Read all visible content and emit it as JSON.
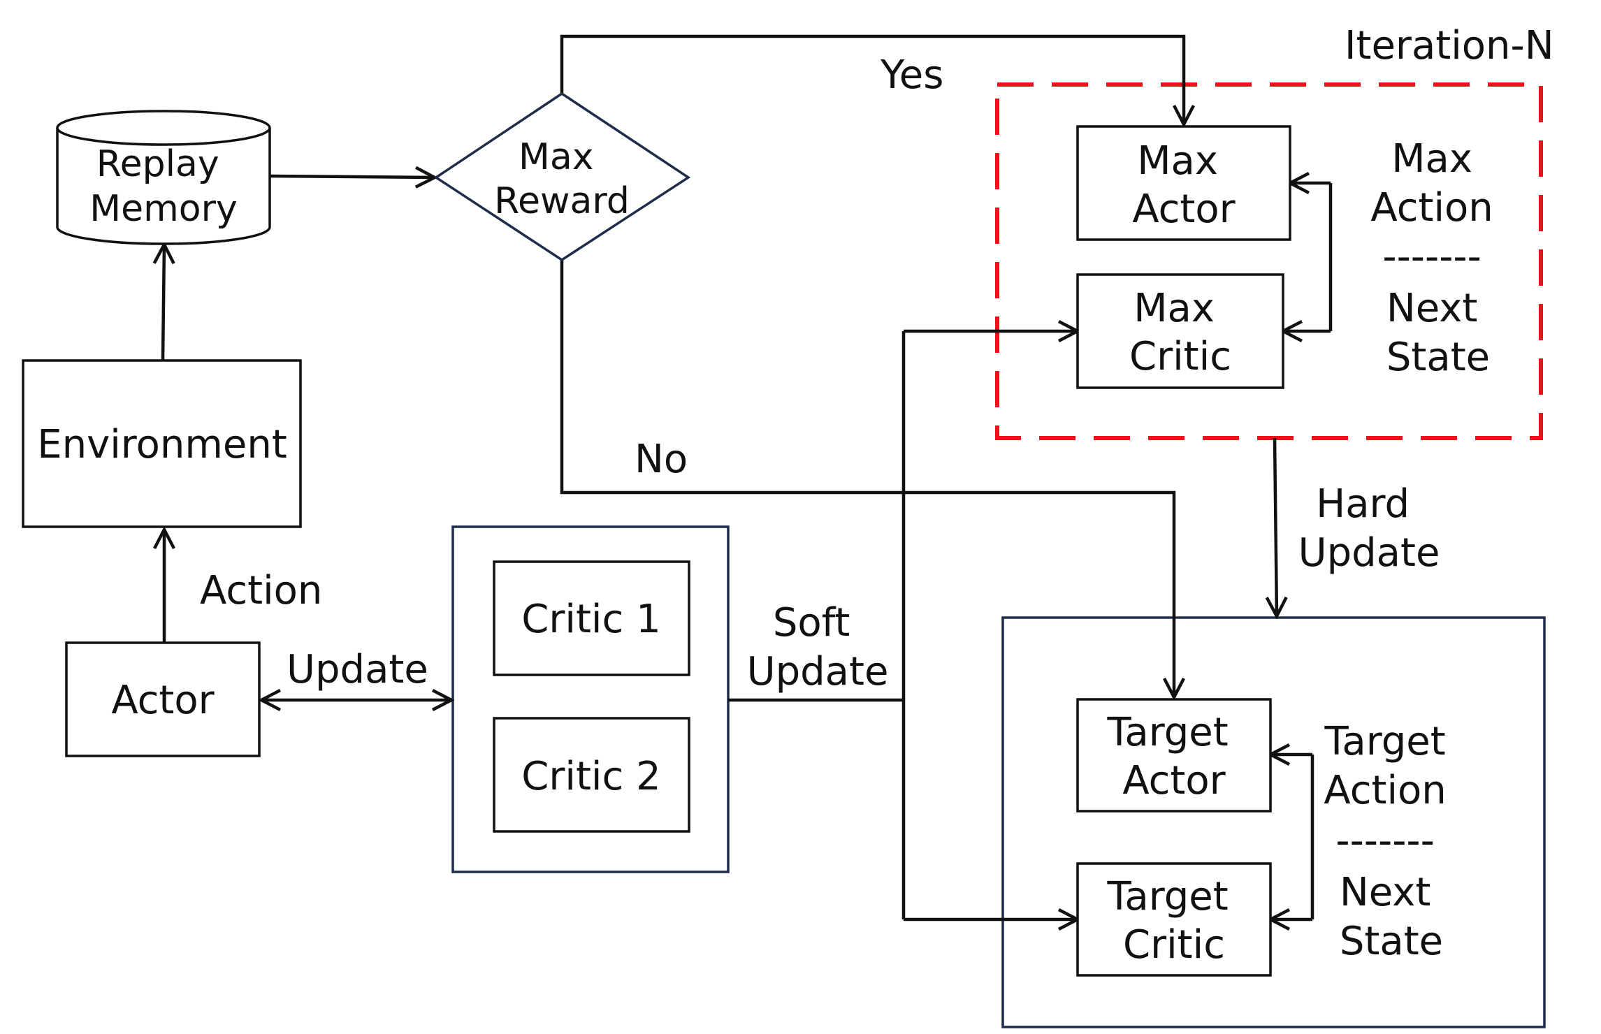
{
  "nodes": {
    "replay_memory": [
      "Replay",
      "Memory"
    ],
    "environment": [
      "Environment"
    ],
    "actor": [
      "Actor"
    ],
    "max_reward": [
      "Max",
      "Reward"
    ],
    "critic_1": [
      "Critic 1"
    ],
    "critic_2": [
      "Critic 2"
    ],
    "max_actor": [
      "Max",
      "Actor"
    ],
    "max_critic": [
      "Max",
      "Critic"
    ],
    "target_actor": [
      "Target",
      "Actor"
    ],
    "target_critic": [
      "Target",
      "Critic"
    ]
  },
  "labels": {
    "iteration": [
      "Iteration-N"
    ],
    "yes": [
      "Yes"
    ],
    "no": [
      "No"
    ],
    "action": [
      "Action"
    ],
    "update": [
      "Update"
    ],
    "soft_update": [
      "Soft",
      "Update"
    ],
    "hard_update": [
      "Hard",
      "Update"
    ],
    "max_side": [
      "Max",
      "Action",
      "-------",
      "Next",
      "State"
    ],
    "target_side": [
      "Target",
      "Action",
      "-------",
      "Next",
      "State"
    ]
  },
  "colors": {
    "iteration_border": "#e8141a",
    "panel_border": "#1f2d4a",
    "line": "#111111"
  }
}
